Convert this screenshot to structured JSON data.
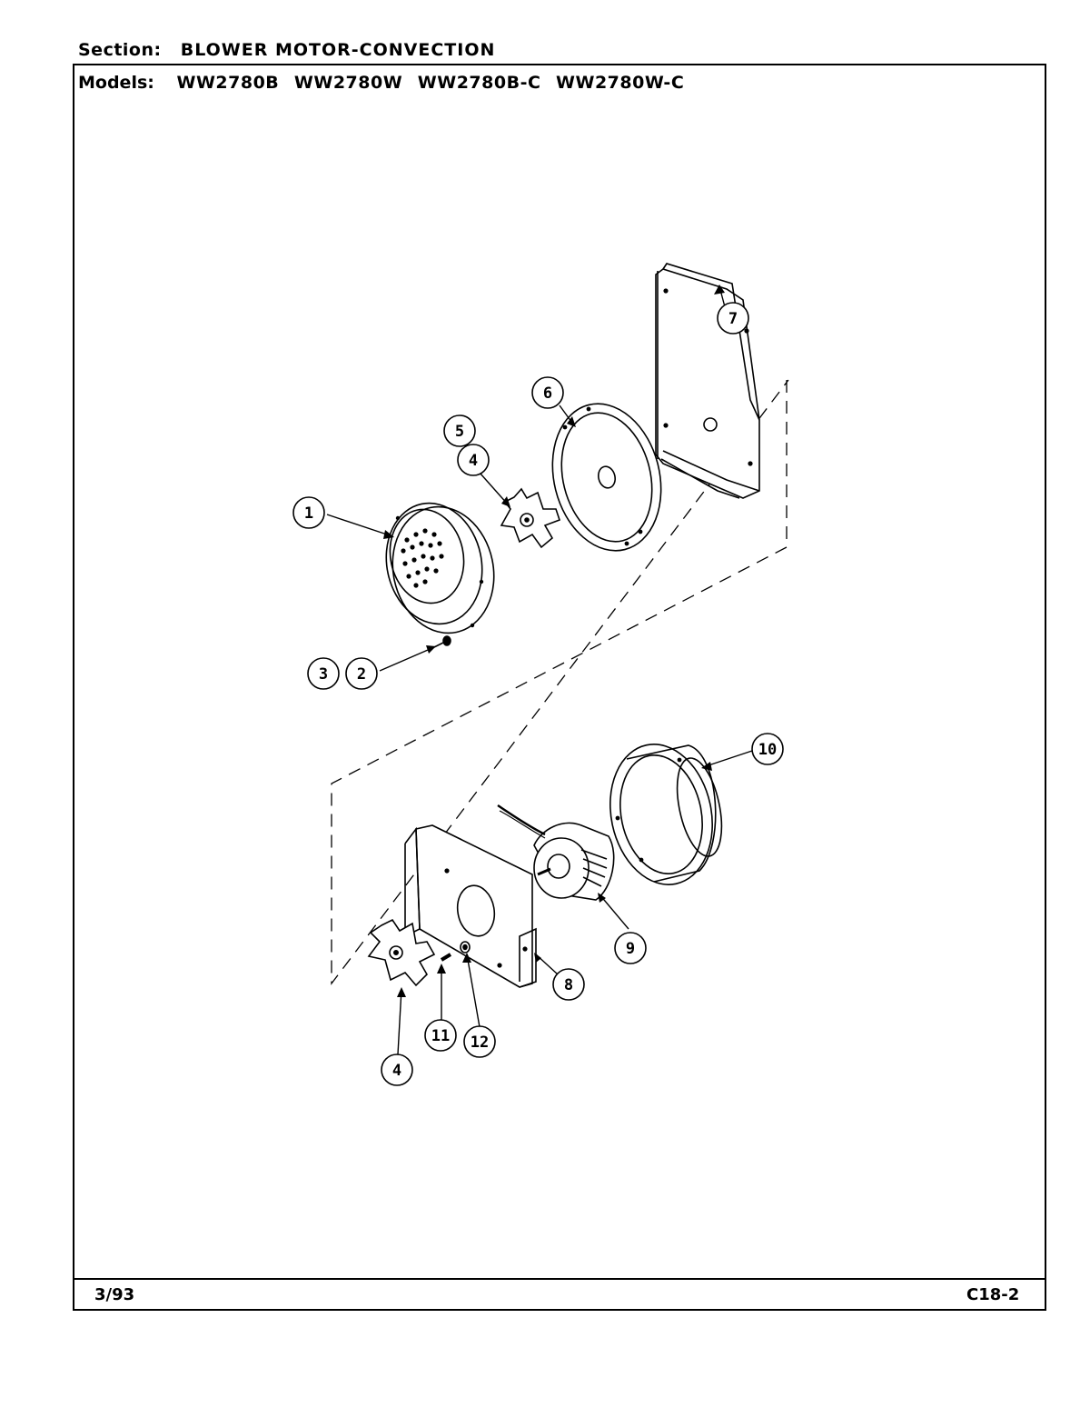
{
  "header": {
    "section_label": "Section:",
    "section_name": "BLOWER MOTOR-CONVECTION",
    "models_label": "Models:",
    "models": [
      "WW2780B",
      "WW2780W",
      "WW2780B-C",
      "WW2780W-C"
    ]
  },
  "footer": {
    "date": "3/93",
    "page_code": "C18-2"
  },
  "callouts": [
    "1",
    "2",
    "3",
    "4",
    "5",
    "6",
    "7",
    "8",
    "9",
    "10",
    "11",
    "12"
  ],
  "callout_lower_4": "4"
}
